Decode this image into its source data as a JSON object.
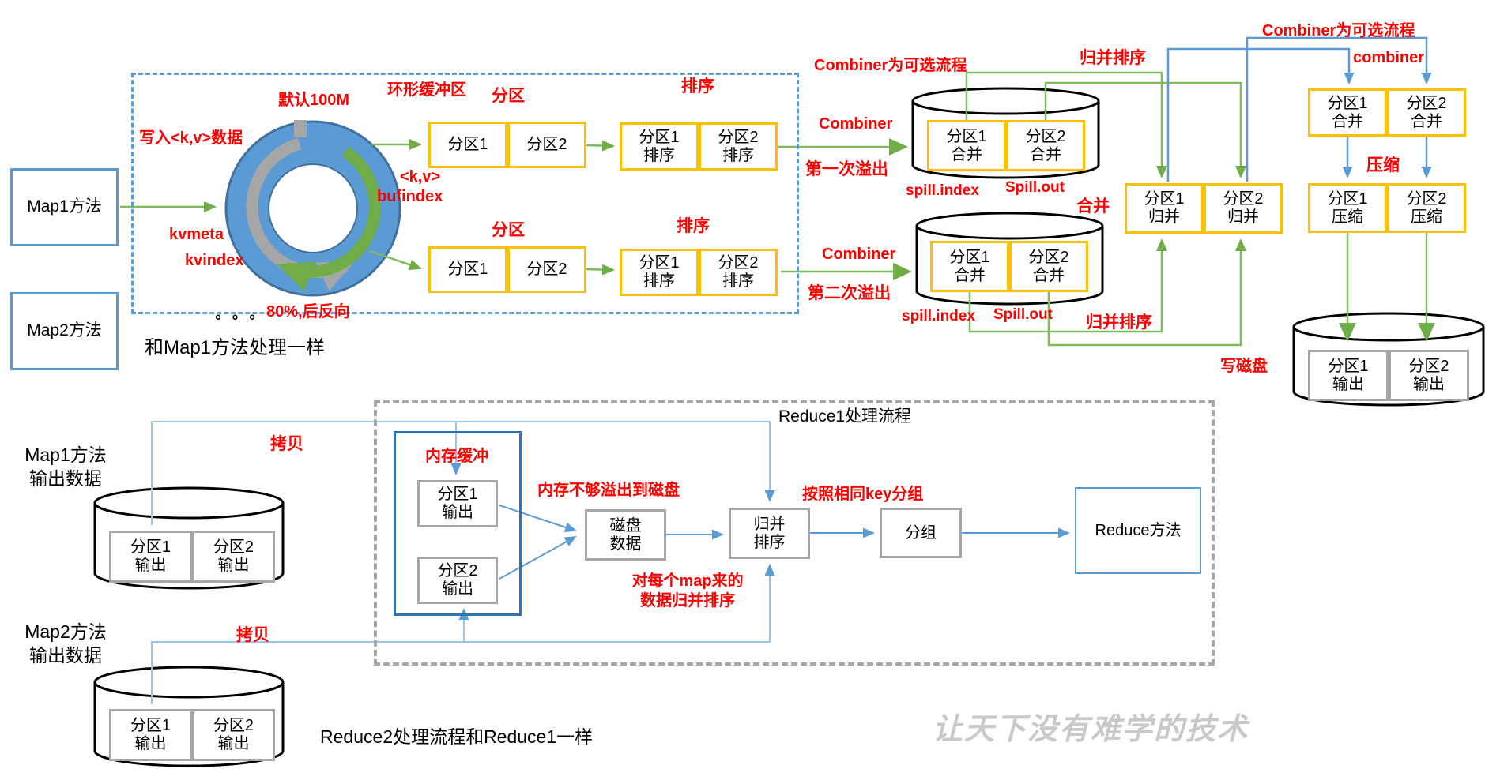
{
  "colors": {
    "blue": "#5B9BD5",
    "dark_blue": "#2E74B5",
    "orange": "#FFC000",
    "green": "#70AD47",
    "red": "#FF0000",
    "gray": "#A6A6A6",
    "light_blue": "#9DC3E6"
  },
  "map_stage": {
    "map1": "Map1方法",
    "map2": "Map2方法",
    "note_same": "和Map1方法处理一样",
    "note_dots": "°  °  °",
    "ring": {
      "capacity": "默认100M",
      "name": "环形缓冲区",
      "write": "写入<k,v>数据",
      "kv": "<k,v>",
      "bufindex": "bufindex",
      "kvmeta": "kvmeta",
      "kvindex": "kvindex",
      "threshold": "80%,后反向"
    },
    "labels": {
      "partition": "分区",
      "sort": "排序",
      "combiner": "Combiner",
      "first_spill": "第一次溢出",
      "second_spill": "第二次溢出"
    },
    "partition_row1": [
      "分区1",
      "分区2"
    ],
    "partition_row2": [
      "分区1",
      "分区2"
    ],
    "sort_row1": [
      {
        "l1": "分区1",
        "l2": "排序"
      },
      {
        "l1": "分区2",
        "l2": "排序"
      }
    ],
    "sort_row2": [
      {
        "l1": "分区1",
        "l2": "排序"
      },
      {
        "l1": "分区2",
        "l2": "排序"
      }
    ]
  },
  "spill_stage": {
    "labels": {
      "combiner_optional": "Combiner为可选流程",
      "spill_index": "spill.index",
      "spill_out": "Spill.out",
      "merge": "合并",
      "merge_sort": "归并排序",
      "combiner_lower": "combiner",
      "compress": "压缩",
      "write_disk": "写磁盘"
    },
    "spill1_boxes": [
      {
        "l1": "分区1",
        "l2": "合并"
      },
      {
        "l1": "分区2",
        "l2": "合并"
      }
    ],
    "spill2_boxes": [
      {
        "l1": "分区1",
        "l2": "合并"
      },
      {
        "l1": "分区2",
        "l2": "合并"
      }
    ],
    "merge_boxes": [
      {
        "l1": "分区1",
        "l2": "归并"
      },
      {
        "l1": "分区2",
        "l2": "归并"
      }
    ],
    "combine_boxes": [
      {
        "l1": "分区1",
        "l2": "合并"
      },
      {
        "l1": "分区2",
        "l2": "合并"
      }
    ],
    "compress_boxes": [
      {
        "l1": "分区1",
        "l2": "压缩"
      },
      {
        "l1": "分区2",
        "l2": "压缩"
      }
    ],
    "output_boxes": [
      {
        "l1": "分区1",
        "l2": "输出"
      },
      {
        "l1": "分区2",
        "l2": "输出"
      }
    ]
  },
  "reduce_stage": {
    "title": "Reduce1处理流程",
    "map1_output": {
      "l1": "Map1方法",
      "l2": "输出数据"
    },
    "map2_output": {
      "l1": "Map2方法",
      "l2": "输出数据"
    },
    "map1_cyl": [
      {
        "l1": "分区1",
        "l2": "输出"
      },
      {
        "l1": "分区2",
        "l2": "输出"
      }
    ],
    "map2_cyl": [
      {
        "l1": "分区1",
        "l2": "输出"
      },
      {
        "l1": "分区2",
        "l2": "输出"
      }
    ],
    "labels": {
      "copy": "拷贝",
      "mem_buffer": "内存缓冲",
      "spill_to_disk": "内存不够溢出到磁盘",
      "per_map_l1": "对每个map来的",
      "per_map_l2": "数据归并排序",
      "group_by_key": "按照相同key分组"
    },
    "membuf_boxes": [
      {
        "l1": "分区1",
        "l2": "输出"
      },
      {
        "l1": "分区2",
        "l2": "输出"
      }
    ],
    "disk": {
      "l1": "磁盘",
      "l2": "数据"
    },
    "merge_sort": {
      "l1": "归并",
      "l2": "排序"
    },
    "group": "分组",
    "reduce": "Reduce方法",
    "note_reduce2": "Reduce2处理流程和Reduce1一样"
  },
  "watermark": "让天下没有难学的技术"
}
